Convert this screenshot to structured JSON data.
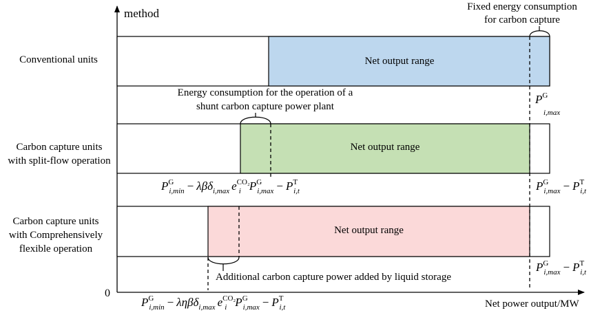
{
  "axis": {
    "y_label": "method",
    "x_label": "Net power output/MW",
    "origin": "0"
  },
  "rows": [
    {
      "label_line1": "Conventional units",
      "label_line2": "",
      "label_line3": "",
      "fill": "#bdd7ee",
      "bar_text": "Net output range"
    },
    {
      "label_line1": "Carbon capture units",
      "label_line2": "with split-flow operation",
      "label_line3": "",
      "fill": "#c5e0b4",
      "bar_text": "Net output range"
    },
    {
      "label_line1": "Carbon capture units",
      "label_line2": "with Comprehensively",
      "label_line3": "flexible operation",
      "fill": "#fbd9d9",
      "bar_text": "Net output range"
    }
  ],
  "annotations": {
    "fixed_energy_line1": "Fixed energy consumption",
    "fixed_energy_line2": "for carbon capture",
    "split_energy_line1": "Energy consumption for the operation of a",
    "split_energy_line2": "shunt carbon capture power plant",
    "liquid_storage": "Additional carbon capture power added by liquid storage"
  },
  "formulas": {
    "row1_max": {
      "P": "P",
      "sup": "G",
      "sub": "i,max"
    },
    "row2_min": {
      "P1": "P",
      "sup1": "G",
      "sub1": "i,min",
      "minus": "−",
      "coef": "λβδ",
      "sub2": "i,max",
      "e": "e",
      "sup2": "CO₂",
      "sub3": "i",
      "P2": "P",
      "sup3": "G",
      "sub4": "i,max",
      "minus2": "−",
      "P3": "P",
      "sup4": "T",
      "sub5": "i,t"
    },
    "row2_max": {
      "P1": "P",
      "sup1": "G",
      "sub1": "i,max",
      "minus": "−",
      "P2": "P",
      "sup2": "T",
      "sub2": "i,t"
    },
    "row3_min": {
      "P1": "P",
      "sup1": "G",
      "sub1": "i,min",
      "minus": "−",
      "coef": "ληβδ",
      "sub2": "i,max",
      "e": "e",
      "sup2": "CO₂",
      "sub3": "i",
      "P2": "P",
      "sup3": "G",
      "sub4": "i,max",
      "minus2": "−",
      "P3": "P",
      "sup4": "T",
      "sub5": "i,t"
    },
    "row3_max": {
      "P1": "P",
      "sup1": "G",
      "sub1": "i,max",
      "minus": "−",
      "P2": "P",
      "sup2": "T",
      "sub2": "i,t"
    }
  }
}
